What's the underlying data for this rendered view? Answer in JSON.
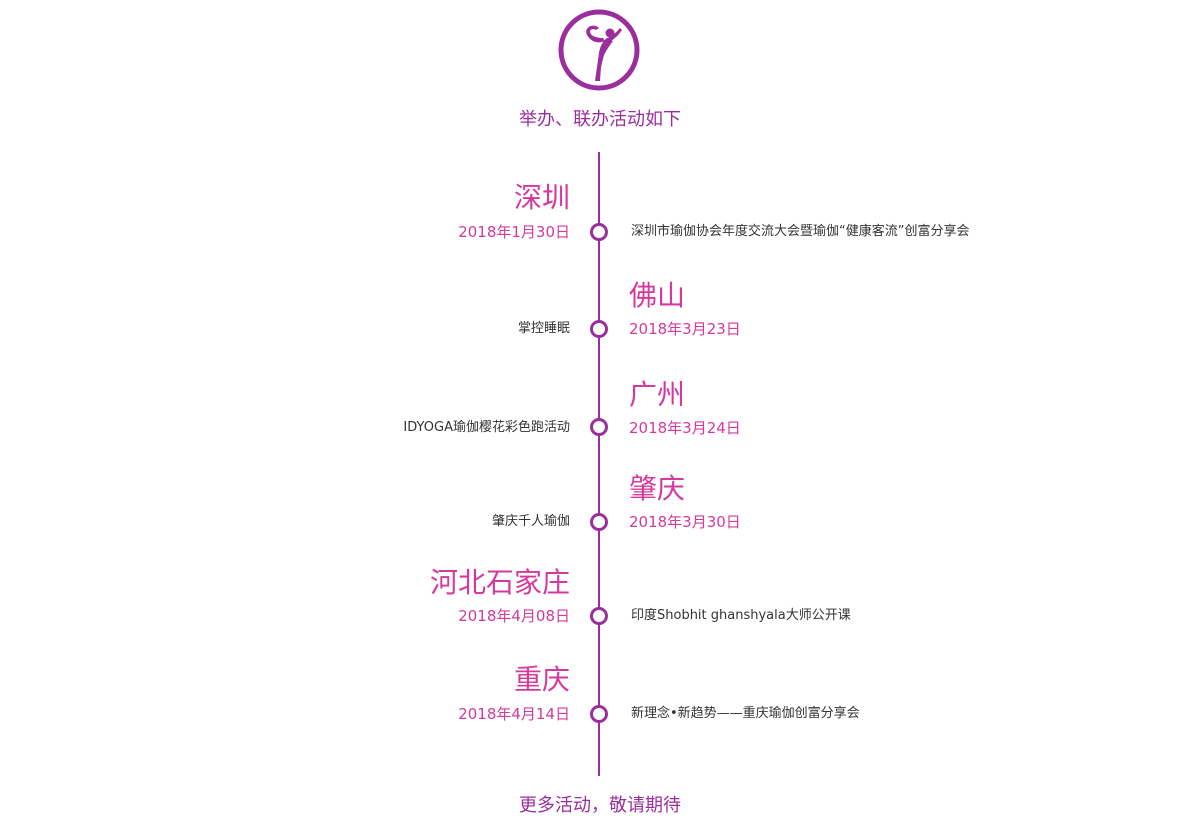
{
  "header": {
    "title": "举办、联办活动如下",
    "logo_icon": "yoga-pose-icon"
  },
  "events": [
    {
      "city": "深圳",
      "date": "2018年1月30日",
      "desc": "深圳市瑜伽协会年度交流大会暨瑜伽“健康客流”创富分享会"
    },
    {
      "city": "佛山",
      "date": "2018年3月23日",
      "desc": "掌控睡眠"
    },
    {
      "city": "广州",
      "date": "2018年3月24日",
      "desc": "IDYOGA瑜伽樱花彩色跑活动"
    },
    {
      "city": "肇庆",
      "date": "2018年3月30日",
      "desc": "肇庆千人瑜伽"
    },
    {
      "city": "河北石家庄",
      "date": "2018年4月08日",
      "desc": "印度Shobhit ghanshyala大师公开课"
    },
    {
      "city": "重庆",
      "date": "2018年4月14日",
      "desc": "新理念•新趋势——重庆瑜伽创富分享会"
    }
  ],
  "footer": {
    "text": "更多活动，敬请期待"
  },
  "colors": {
    "primary": "#9b2e9d",
    "accent": "#d6399c",
    "text": "#333333"
  }
}
